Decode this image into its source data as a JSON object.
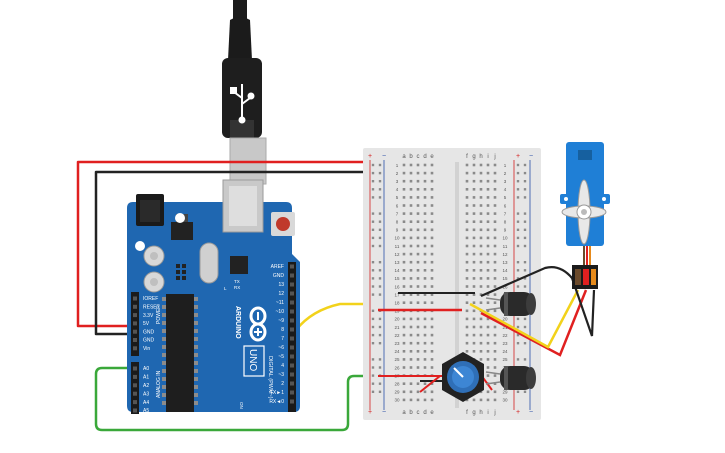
{
  "board": {
    "brand": "ARDUINO",
    "model": "UNO",
    "labels": {
      "digital": "DIGITAL (PWM~)",
      "power": "POWER",
      "analog": "ANALOG IN",
      "on": "ON",
      "tx": "TX",
      "rx": "RX",
      "l": "L"
    },
    "digital_pins": [
      "AREF",
      "GND",
      "13",
      "12",
      "~11",
      "~10",
      "~9",
      "8",
      "7",
      "~6",
      "~5",
      "4",
      "~3",
      "2",
      "TX►1",
      "RX◄0"
    ],
    "power_pins": [
      "IOREF",
      "RESET",
      "3.3V",
      "5V",
      "GND",
      "GND",
      "Vin"
    ],
    "analog_pins": [
      "A0",
      "A1",
      "A2",
      "A3",
      "A4",
      "A5"
    ]
  },
  "breadboard": {
    "columns_left": [
      "a",
      "b",
      "c",
      "d",
      "e"
    ],
    "columns_right": [
      "f",
      "g",
      "h",
      "i",
      "j"
    ],
    "rail_plus": "+",
    "rail_minus": "−",
    "row_numbers": [
      "1",
      "2",
      "3",
      "4",
      "5",
      "6",
      "7",
      "8",
      "9",
      "10",
      "11",
      "12",
      "13",
      "14",
      "15",
      "16",
      "17",
      "18",
      "19",
      "20",
      "21",
      "22",
      "23",
      "24",
      "25",
      "26",
      "27",
      "28",
      "29",
      "30"
    ]
  },
  "wire_colors": {
    "power": "#e02020",
    "ground": "#222222",
    "signal": "#f2d21b",
    "analog": "#3aa83a"
  },
  "colors": {
    "board": "#1f67b1",
    "board_dark": "#1a5a9c",
    "breadboard": "#e6e6e6",
    "servo": "#1f7fd6",
    "capacitor": "#2a2a2a"
  }
}
